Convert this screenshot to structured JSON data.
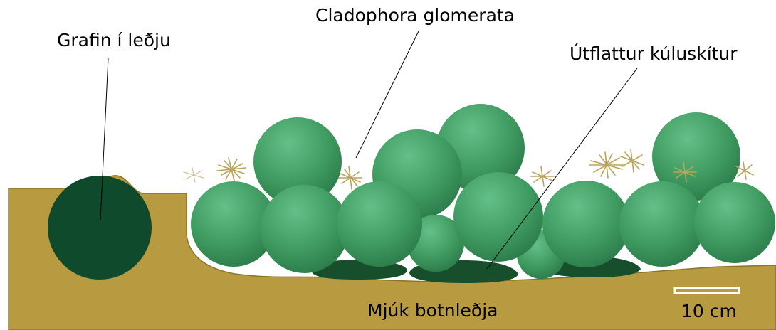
{
  "labels": {
    "buried": "Grafin í leðju",
    "cladophora": "Cladophora glomerata",
    "flattened": "Útflattur kúluskítur",
    "mud": "Mjúk botnleðja",
    "scale": "10 cm"
  },
  "colors": {
    "mud": "#b89a40",
    "mud_stroke": "#8a7428",
    "ball": "#3f9a60",
    "ball_dark": "#1f6b3c",
    "buried_ball": "#0f4a2c",
    "flattened": "#174f2d",
    "filament": "#b9a45a"
  }
}
